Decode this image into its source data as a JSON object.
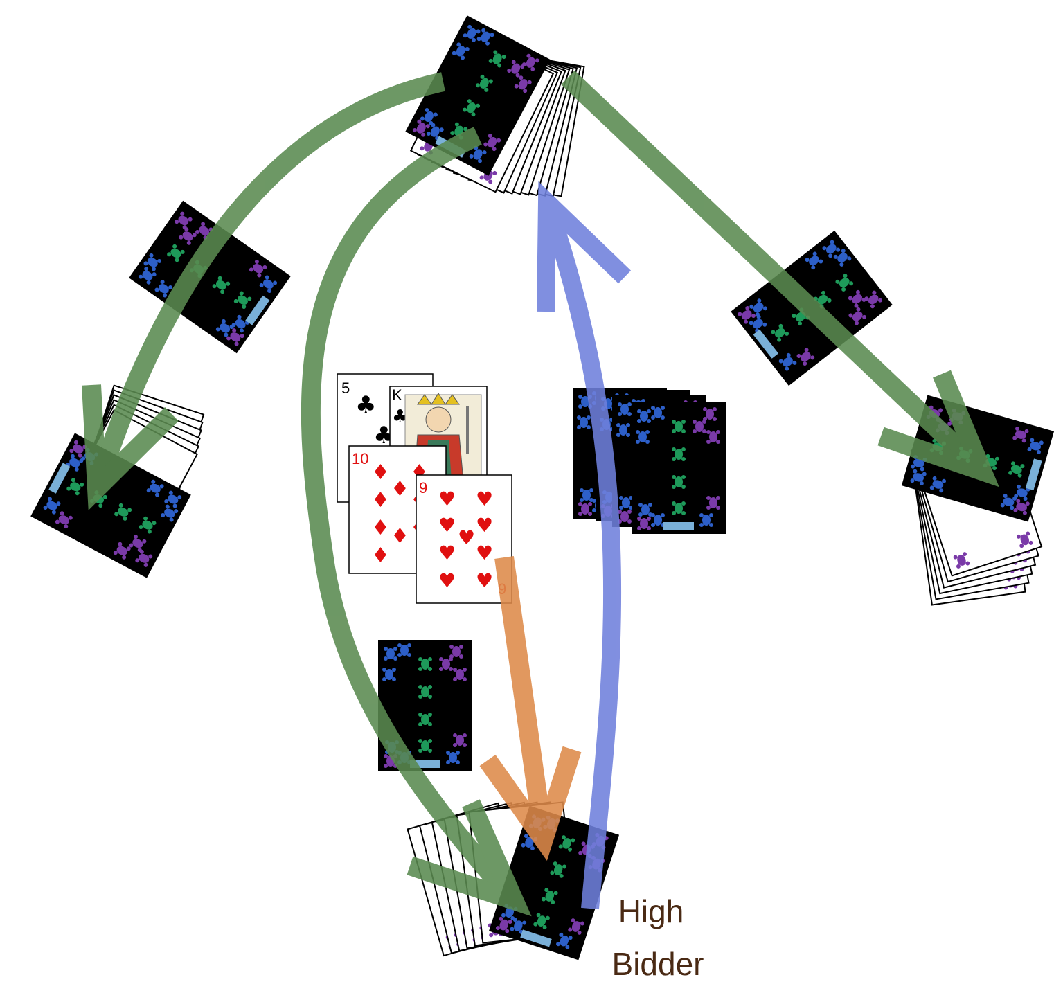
{
  "label": {
    "line1": "High",
    "line2": "Bidder",
    "color": "#4a2a14"
  },
  "colors": {
    "deal_arrows": "#5a8a50",
    "return_arrow": "#6f80dc",
    "play_arrow": "#de8a4a",
    "back_motif": [
      "#2d5fc8",
      "#7a3aa8",
      "#1e9a5a"
    ]
  },
  "face_cards": [
    {
      "rank": "5",
      "suit": "clubs",
      "symbol": "♣",
      "color": "#000000"
    },
    {
      "rank": "K",
      "suit": "clubs",
      "symbol": "♣",
      "color": "#000000"
    },
    {
      "rank": "10",
      "suit": "diamonds",
      "symbol": "♦",
      "color": "#e01010"
    },
    {
      "rank": "9",
      "suit": "hearts",
      "symbol": "♥",
      "color": "#e01010"
    }
  ],
  "played_card_rank": "9",
  "icons": [
    "card-back",
    "card-face",
    "arrow"
  ]
}
